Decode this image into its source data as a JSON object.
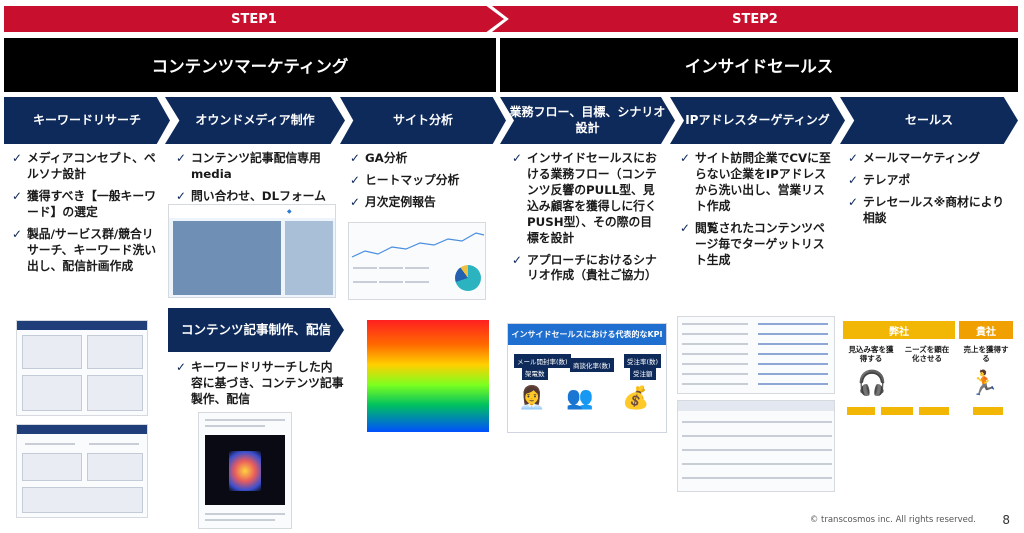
{
  "steps": {
    "step1": "STEP1",
    "step2": "STEP2"
  },
  "headers": {
    "left": "コンテンツマーケティング",
    "right": "インサイドセールス"
  },
  "columns": [
    {
      "title": "キーワードリサーチ",
      "bullets": [
        "メディアコンセプト、ペルソナ設計",
        "獲得すべき【一般キーワード】の選定",
        "製品/サービス群/競合リサーチ、キーワード洗い出し、配信計画作成"
      ]
    },
    {
      "title": "オウンドメディア制作",
      "bullets": [
        "コンテンツ記事配信専用media",
        "問い合わせ、DLフォーム実装"
      ]
    },
    {
      "title": "サイト分析",
      "bullets": [
        "GA分析",
        "ヒートマップ分析",
        "月次定例報告"
      ]
    },
    {
      "title": "業務フロー、目標、シナリオ設計",
      "bullets": [
        "インサイドセールスにおける業務フロー（コンテンツ反響のPULL型、見込み顧客を獲得しに行くPUSH型）、その際の目標を設計",
        "アプローチにおけるシナリオ作成（貴社ご協力）"
      ]
    },
    {
      "title": "IPアドレスターゲティング",
      "bullets": [
        "サイト訪問企業でCVに至らない企業をIPアドレスから洗い出し、営業リスト作成",
        "閲覧されたコンテンツページ毎でターゲットリスト生成"
      ]
    },
    {
      "title": "セールス",
      "bullets": [
        "メールマーケティング",
        "テレアポ",
        "テレセールス※商材により相談"
      ]
    }
  ],
  "sub_header": "コンテンツ記事制作、配信",
  "sub_bullets": [
    "キーワードリサーチした内容に基づき、コンテンツ記事製作、配信"
  ],
  "kpi": {
    "title": "インサイドセールスにおける代表的なKPI",
    "labels": [
      "メール開封率(数)",
      "架電数",
      "商談化率(数)",
      "受注率(数)",
      "受注額"
    ]
  },
  "sales_panel": {
    "our": "弊社",
    "client": "貴社",
    "t1": "見込み客を獲得する",
    "t2": "ニーズを顕在化させる",
    "t3": "売上を獲得する"
  },
  "footer": "© transcosmos inc. All rights reserved.",
  "page_number": "8"
}
